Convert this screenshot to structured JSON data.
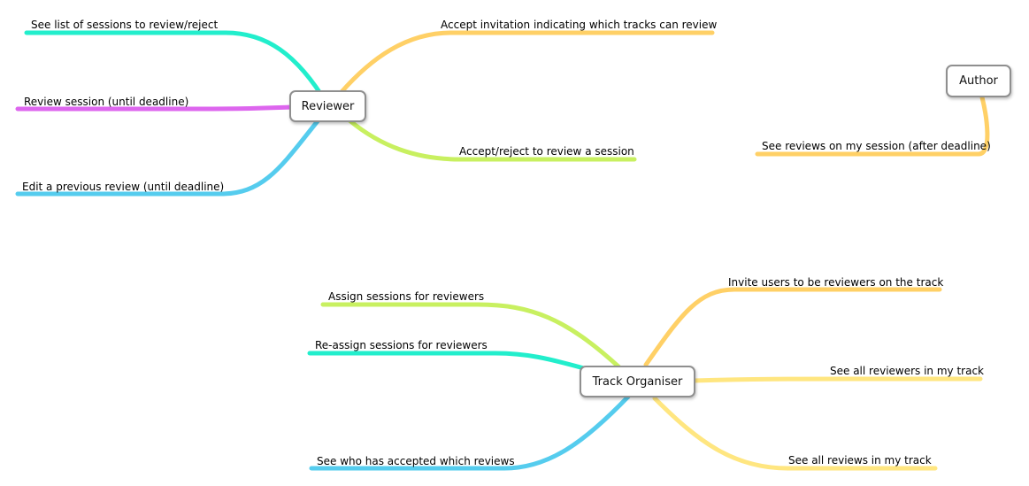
{
  "nodes": {
    "reviewer": "Reviewer",
    "author": "Author",
    "track_organiser": "Track Organiser"
  },
  "reviewer_branches": {
    "see_list": "See list of sessions to review/reject",
    "review_session": "Review session (until deadline)",
    "edit_review": "Edit a previous review (until deadline)",
    "accept_invitation": "Accept invitation indicating which tracks can review",
    "accept_reject": "Accept/reject to review a session"
  },
  "author_branches": {
    "see_reviews": "See reviews on my session (after deadline)"
  },
  "track_organiser_branches": {
    "assign": "Assign sessions for reviewers",
    "reassign": "Re-assign sessions for reviewers",
    "see_accepted": "See who has accepted which reviews",
    "invite": "Invite users to be reviewers on the track",
    "see_reviewers": "See all reviewers in my track",
    "see_reviews": "See all reviews in my track"
  },
  "colors": {
    "cyan": "#22eecc",
    "magenta": "#dd66ee",
    "blue": "#55ccee",
    "orange": "#ffd066",
    "lime": "#c8f060",
    "yellow": "#ffe680",
    "node_border": "#8f8f8f"
  }
}
